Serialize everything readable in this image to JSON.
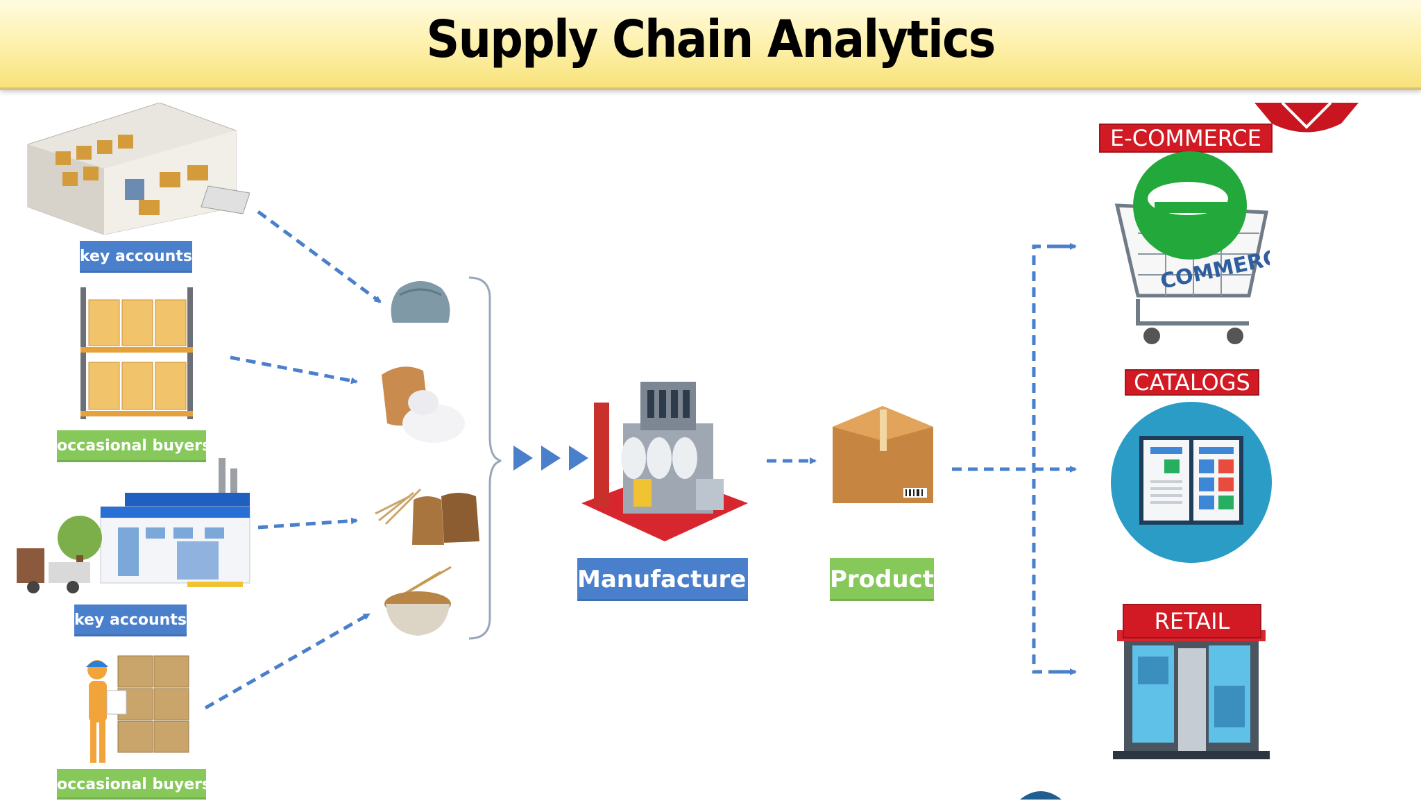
{
  "header": {
    "title": "Supply Chain Analytics"
  },
  "suppliers": [
    {
      "label": "key accounts",
      "icon": "warehouse-building-icon"
    },
    {
      "label": "occasional buyers",
      "icon": "pallet-rack-icon"
    },
    {
      "label": "key accounts",
      "icon": "warehouse-storefront-icon"
    },
    {
      "label": "occasional buyers",
      "icon": "worker-boxes-icon"
    }
  ],
  "raw_materials": [
    "stone-sack-icon",
    "salt-sack-icon",
    "grain-sacks-icon",
    "flour-bowl-icon"
  ],
  "manufacturer": {
    "label": "Manufacturer",
    "icon": "factory-icon"
  },
  "product": {
    "label": "Product",
    "icon": "cardboard-box-icon"
  },
  "channels": [
    {
      "label": "E-COMMERCE",
      "icon": "ecommerce-cart-icon",
      "cart_text": "COMMERCE"
    },
    {
      "label": "CATALOGS",
      "icon": "catalog-book-icon"
    },
    {
      "label": "RETAIL",
      "icon": "retail-store-icon"
    }
  ],
  "colors": {
    "arrow": "#4a7fcb",
    "blue_label": "#4a7fcb",
    "green_label": "#86c85a",
    "red_label": "#d21a24"
  }
}
